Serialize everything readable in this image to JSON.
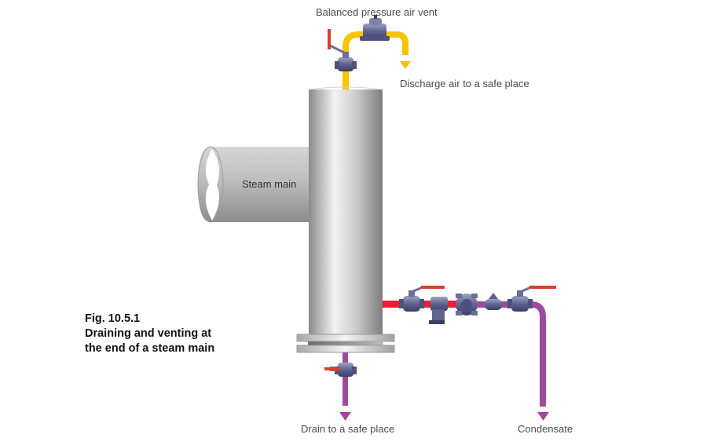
{
  "labels": {
    "vent": "Balanced pressure air vent",
    "discharge": "Discharge air to a safe place",
    "steam_main": "Steam main",
    "drain": "Drain to a safe place",
    "condensate": "Condensate"
  },
  "caption": {
    "line1": "Fig. 10.5.1",
    "line2": "Draining and venting at",
    "line3": "the end of a steam main"
  },
  "colors": {
    "air_pipe": "#f6c400",
    "steam_pipe": "#e8202f",
    "condensate_pipe": "#a04a9e",
    "valve": "#6b6f96",
    "handle": "#d8402a"
  }
}
